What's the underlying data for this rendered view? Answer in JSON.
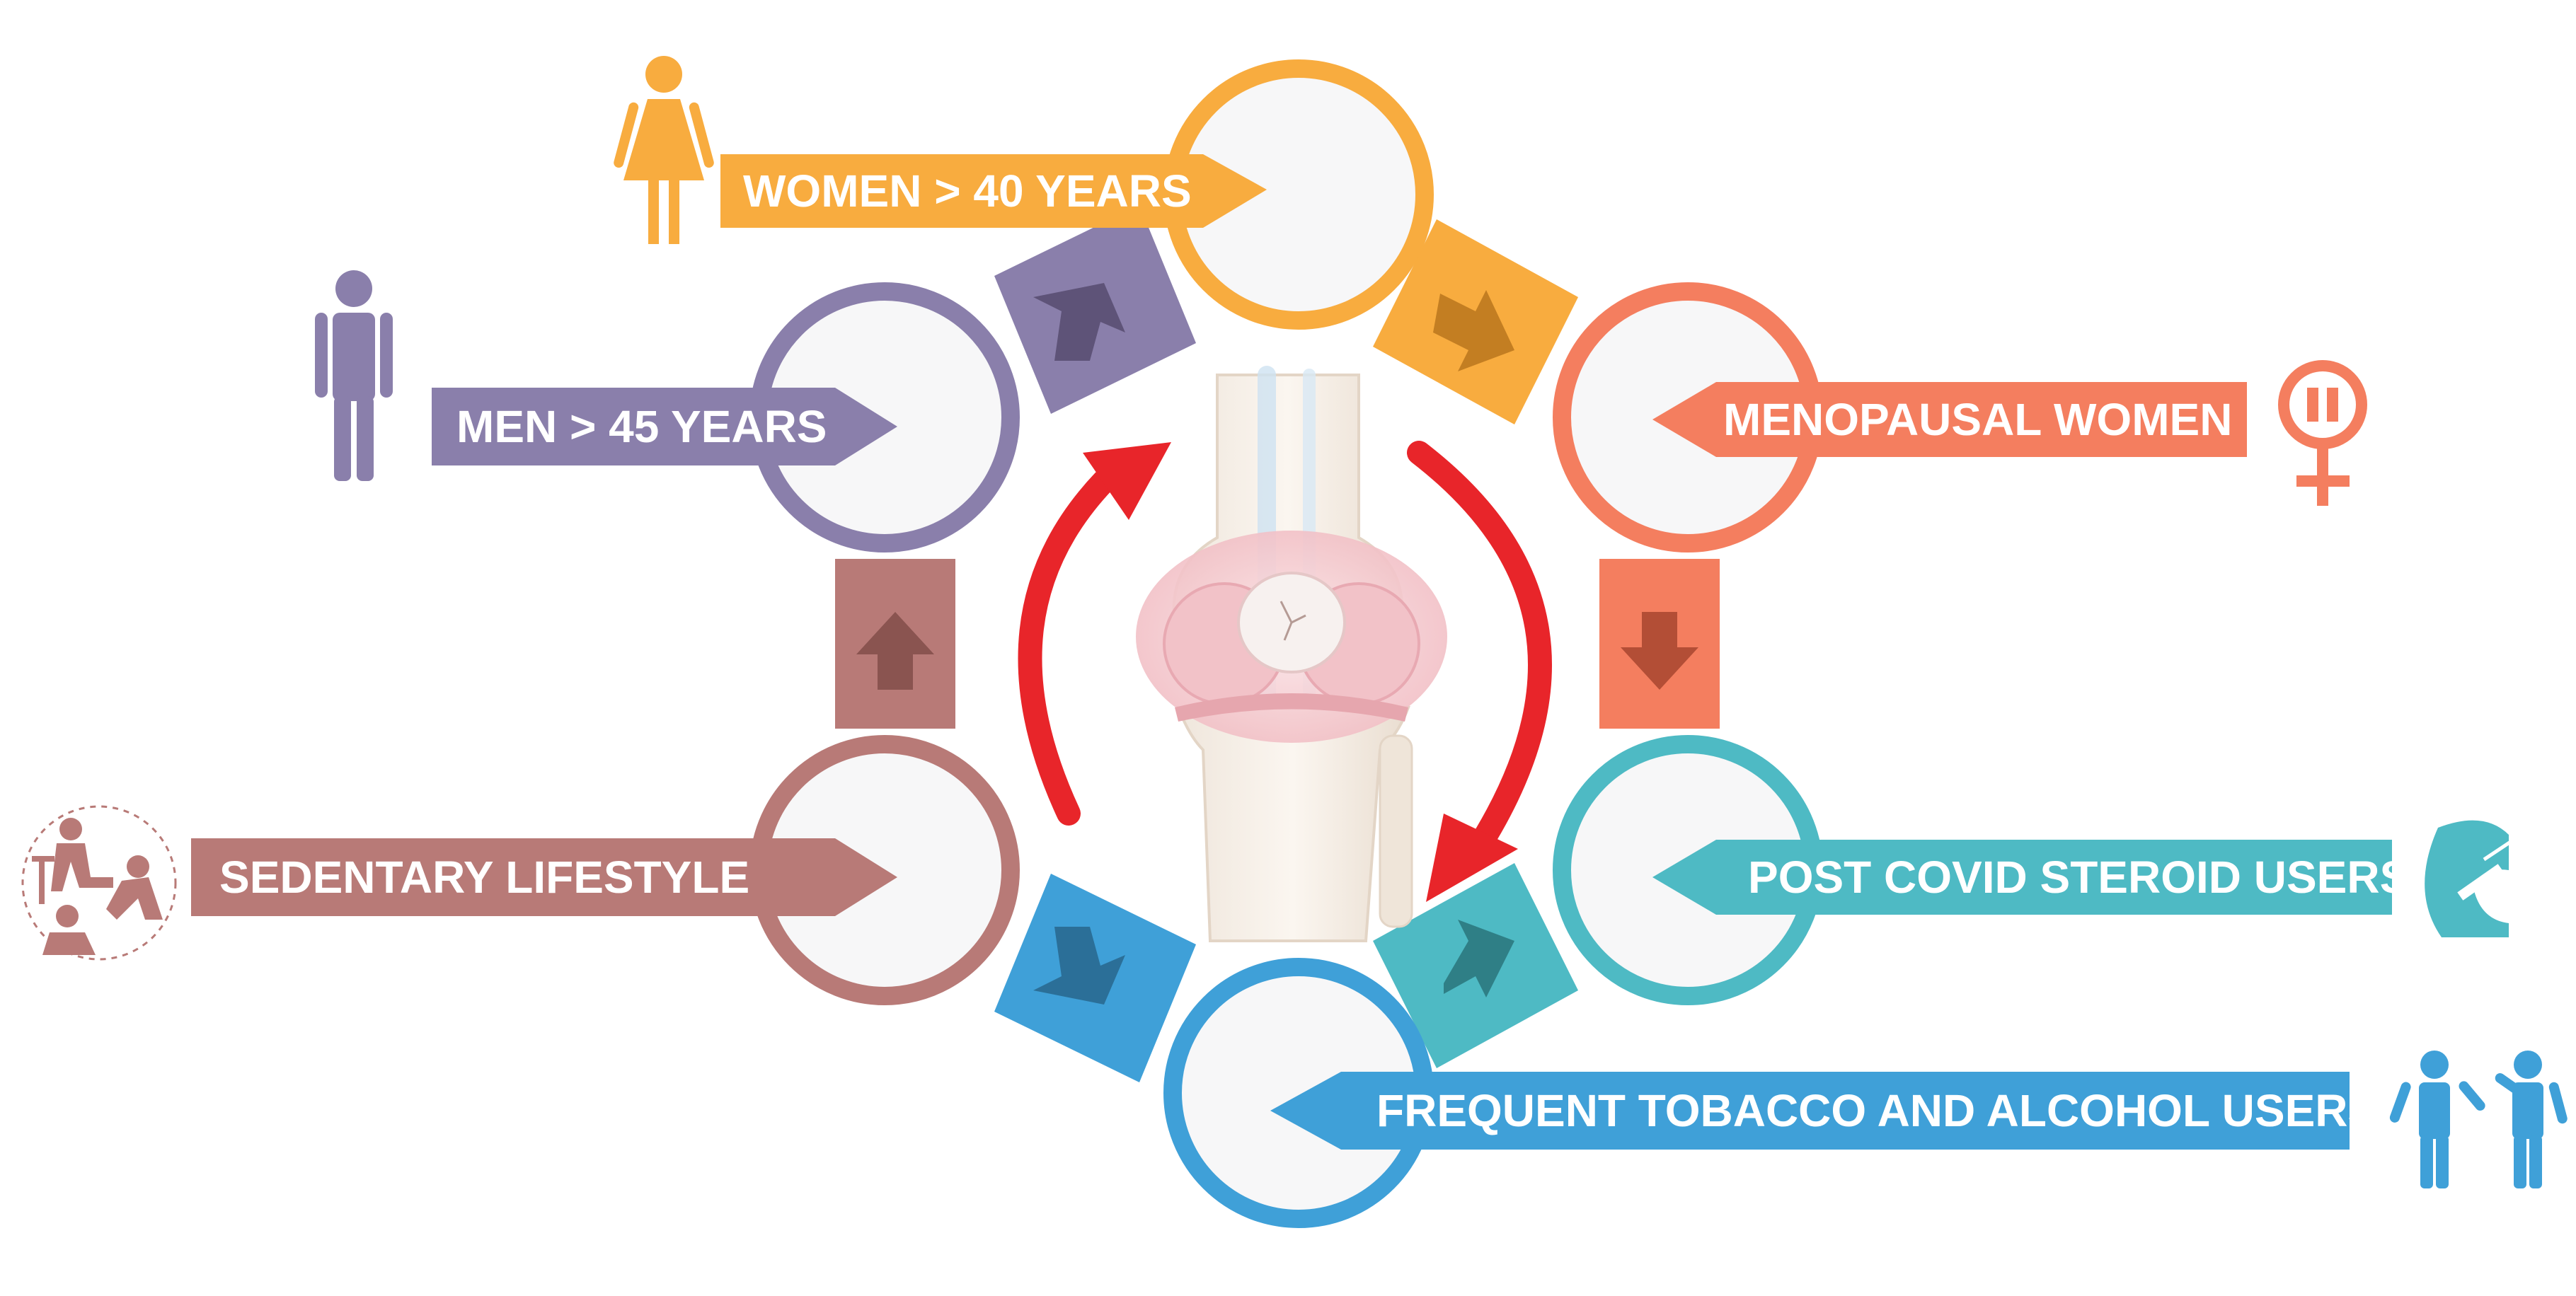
{
  "labels": {
    "women": "WOMEN > 40 YEARS",
    "men": "MEN > 45 YEARS",
    "menopausal": "MENOPAUSAL WOMEN",
    "sedentary": "SEDENTARY LIFESTYLE",
    "covid": "POST COVID STEROID USERS",
    "tobacco": "FREQUENT TOBACCO AND ALCOHOL USERS"
  },
  "colors": {
    "women": "#f8ac3f",
    "men": "#8a7fab",
    "menopausal": "#f47e5f",
    "sedentary": "#b87a77",
    "covid": "#4ebac4",
    "tobacco": "#3fa0d8",
    "cycle_arrows": "#e8252a",
    "circle_fill": "#f7f7f8"
  },
  "icons": {
    "women": "woman-icon",
    "men": "man-icon",
    "menopausal": "female-symbol-icon",
    "sedentary": "sedentary-people-icon",
    "covid": "arm-injection-icon",
    "tobacco": "smoking-drinking-people-icon",
    "center": "knee-joint-icon"
  }
}
